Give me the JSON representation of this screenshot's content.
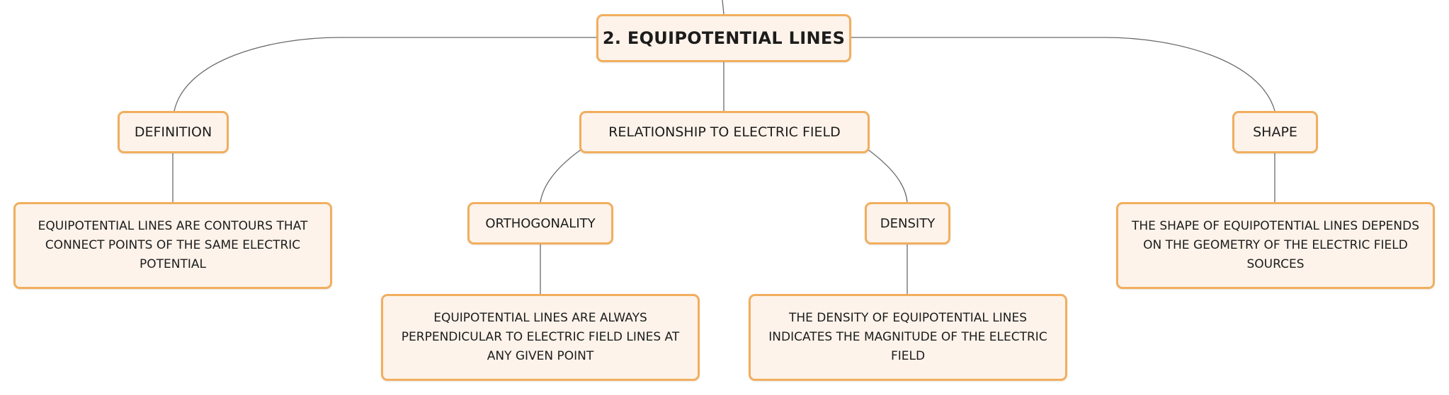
{
  "root": {
    "label": "2. EQUIPOTENTIAL LINES"
  },
  "branches": {
    "definition": {
      "label": "DEFINITION",
      "description": "EQUIPOTENTIAL LINES ARE CONTOURS THAT CONNECT POINTS OF THE SAME ELECTRIC POTENTIAL"
    },
    "relationship": {
      "label": "RELATIONSHIP TO ELECTRIC FIELD",
      "children": {
        "orthogonality": {
          "label": "ORTHOGONALITY",
          "description": "EQUIPOTENTIAL LINES ARE ALWAYS PERPENDICULAR TO ELECTRIC FIELD LINES AT ANY GIVEN POINT"
        },
        "density": {
          "label": "DENSITY",
          "description": "THE DENSITY OF EQUIPOTENTIAL LINES INDICATES THE MAGNITUDE OF THE ELECTRIC FIELD"
        }
      }
    },
    "shape": {
      "label": "SHAPE",
      "description": "THE SHAPE OF EQUIPOTENTIAL LINES DEPENDS ON THE GEOMETRY OF THE ELECTRIC FIELD SOURCES"
    }
  },
  "colors": {
    "node_fill": "#fdf3ea",
    "node_border": "#f2ae5e",
    "connector": "#6b6b6b",
    "text": "#1c1c1c"
  }
}
